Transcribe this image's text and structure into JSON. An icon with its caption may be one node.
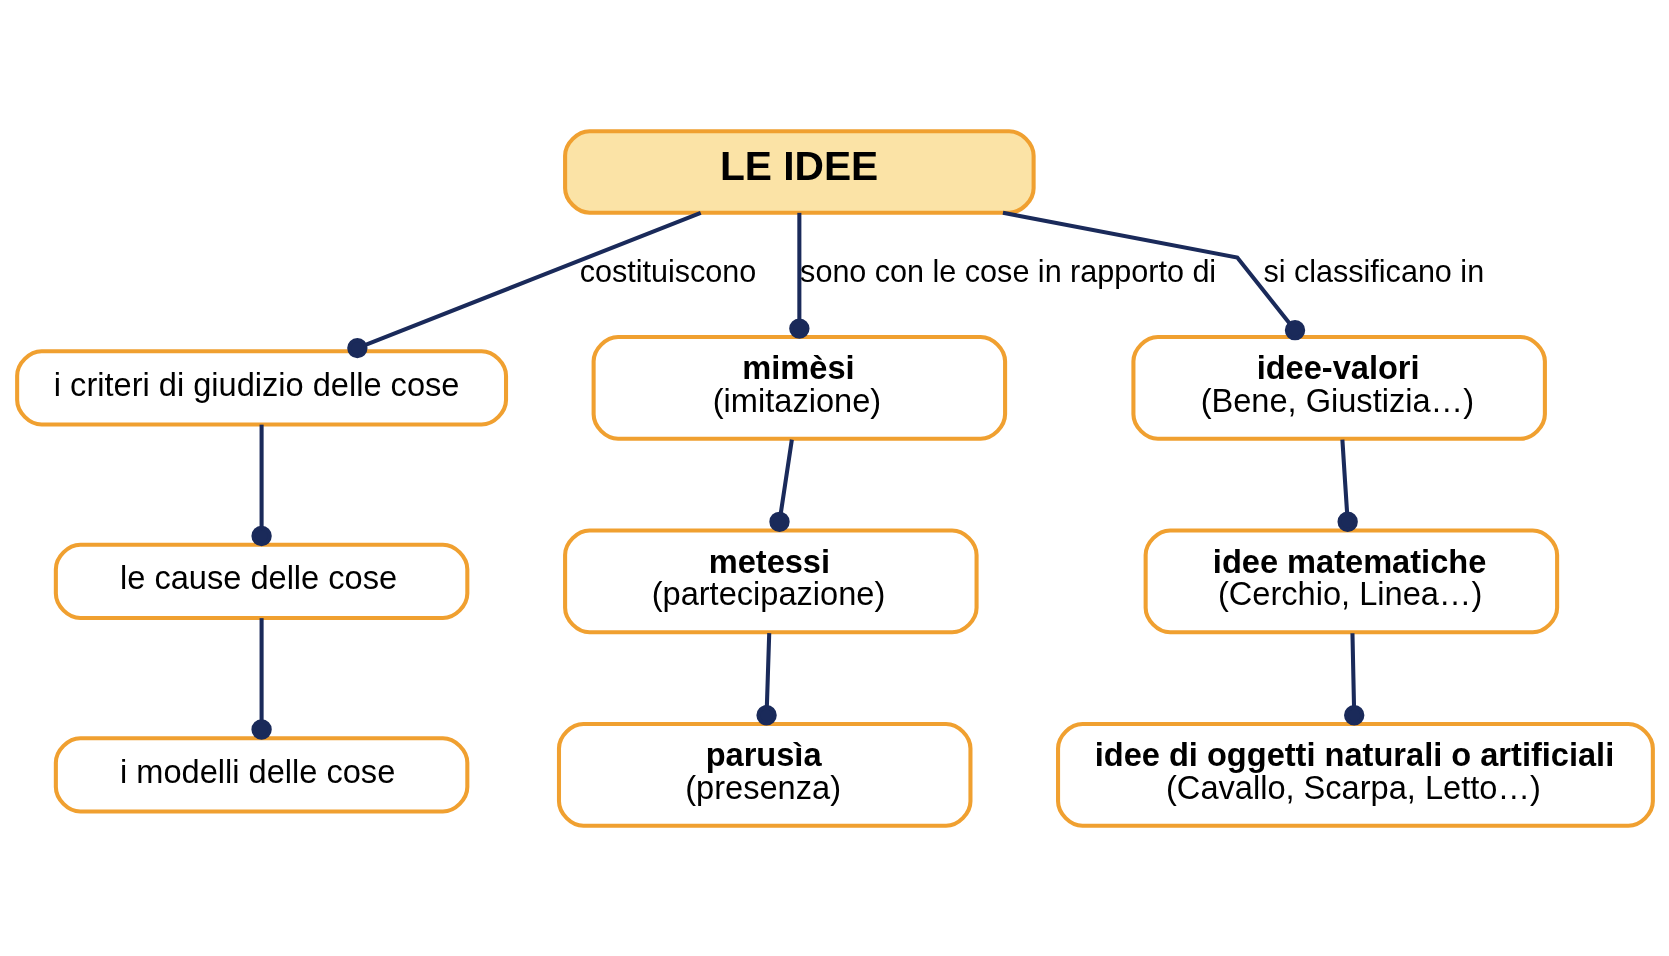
{
  "diagram": {
    "nodes": [
      {
        "text": [
          "LE IDEE"
        ]
      },
      {
        "text": [
          "i criteri di giudizio delle cose"
        ]
      },
      {
        "text": [
          "le cause delle cose"
        ]
      },
      {
        "text": [
          "i modelli delle cose"
        ]
      },
      {
        "text": [
          "mimèsi",
          "(imitazione)"
        ]
      },
      {
        "text": [
          "metessi",
          "(partecipazione)"
        ]
      },
      {
        "text": [
          "parusìa",
          "(presenza)"
        ]
      },
      {
        "text": [
          "idee-valori",
          "(Bene, Giustizia…)"
        ]
      },
      {
        "text": [
          "idee matematiche",
          "(Cerchio, Linea…)"
        ]
      },
      {
        "text": [
          "idee di oggetti naturali o artificiali",
          "(Cavallo, Scarpa, Letto…)"
        ]
      }
    ],
    "edges": [
      {
        "from": 0,
        "to": 1,
        "arrow": "other",
        "label": "costituiscono"
      },
      {
        "from": 1,
        "to": 2,
        "arrow": "other"
      },
      {
        "from": 2,
        "to": 3,
        "arrow": "other"
      },
      {
        "from": 0,
        "to": 4,
        "arrow": "other",
        "label": "sono con le cose in rapporto di"
      },
      {
        "from": 4,
        "to": 5,
        "arrow": "other"
      },
      {
        "from": 5,
        "to": 6,
        "arrow": "other"
      },
      {
        "from": 0,
        "to": 7,
        "arrow": "other",
        "label": "si classificano in"
      },
      {
        "from": 7,
        "to": 8,
        "arrow": "other"
      },
      {
        "from": 8,
        "to": 9,
        "arrow": "other"
      }
    ]
  }
}
